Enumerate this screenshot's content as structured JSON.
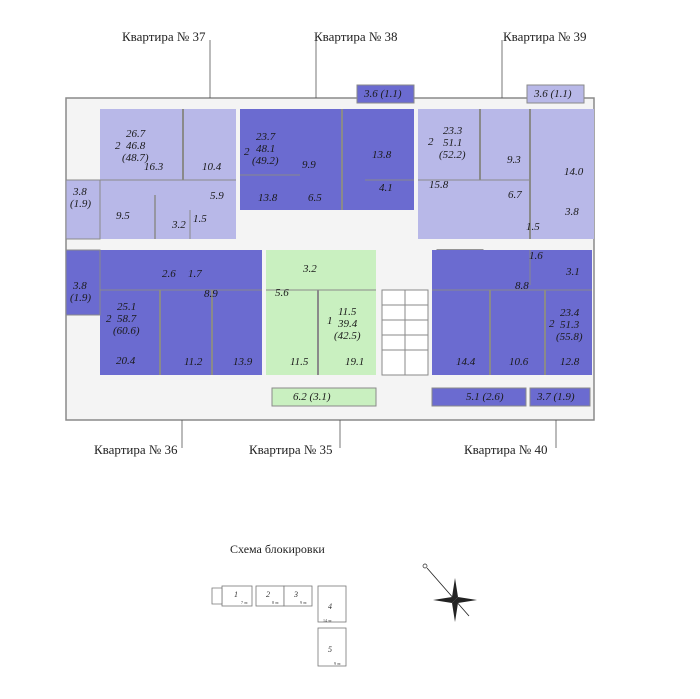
{
  "apartments": {
    "a35": {
      "label": "Квартира № 35",
      "rooms": "1",
      "living": "11.5",
      "total": "39.4",
      "total_with_balcony": "(42.5)",
      "balcony": "6.2 (3.1)",
      "areas": [
        "3.2",
        "5.6",
        "11.5",
        "19.1"
      ]
    },
    "a36": {
      "label": "Квартира № 36",
      "rooms": "2",
      "living": "25.1",
      "total": "58.7",
      "total_with_balcony": "(60.6)",
      "balcony": "3.8",
      "balcony_sub": "(1.9)",
      "areas": [
        "2.6",
        "1.7",
        "8.9",
        "20.4",
        "11.2",
        "13.9"
      ]
    },
    "a37": {
      "label": "Квартира № 37",
      "rooms": "2",
      "living": "26.7",
      "total": "46.8",
      "total_with_balcony": "(48.7)",
      "balcony": "3.8",
      "balcony_sub": "(1.9)",
      "areas": [
        "16.3",
        "10.4",
        "5.9",
        "9.5",
        "3.2",
        "1.5"
      ]
    },
    "a38": {
      "label": "Квартира № 38",
      "rooms": "2",
      "living": "23.7",
      "total": "48.1",
      "total_with_balcony": "(49.2)",
      "balcony": "3.6 (1.1)",
      "areas": [
        "9.9",
        "13.8",
        "13.8",
        "6.5",
        "4.1"
      ]
    },
    "a39": {
      "label": "Квартира № 39",
      "rooms": "2",
      "living": "23.3",
      "total": "51.1",
      "total_with_balcony": "(52.2)",
      "balcony": "3.6 (1.1)",
      "areas": [
        "9.3",
        "14.0",
        "15.8",
        "6.7",
        "3.8",
        "1.5"
      ]
    },
    "a40": {
      "label": "Квартира № 40",
      "rooms": "2",
      "living": "23.4",
      "total": "51.3",
      "total_with_balcony": "(55.8)",
      "balcony1": "5.1 (2.6)",
      "balcony2": "3.7 (1.9)",
      "areas": [
        "1.6",
        "3.1",
        "8.8",
        "14.4",
        "10.6",
        "12.8"
      ]
    }
  },
  "scheme": {
    "title": "Схема блокировки",
    "sections": [
      "1",
      "2",
      "3",
      "4",
      "5"
    ],
    "floors": [
      "7 эт.",
      "8 эт.",
      "9 эт.",
      "14 эт.",
      "9 эт."
    ]
  },
  "colors": {
    "light_violet": "#b8b8e8",
    "dark_blue": "#6b6bd0",
    "green": "#c9f0c0",
    "wall": "#8a8a8a"
  },
  "icons": [
    "compass-rose-icon"
  ]
}
